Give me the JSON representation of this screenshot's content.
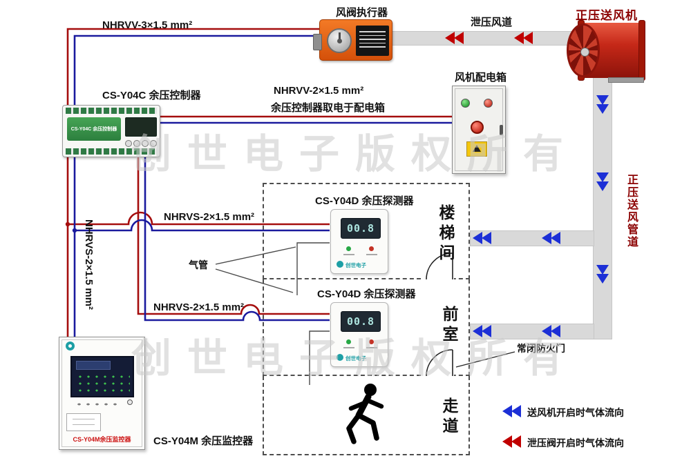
{
  "watermark": "创世电子版权所有",
  "labels": {
    "actuator": "风阀执行器",
    "fan": "正压送风机",
    "relief_duct": "泄压风道",
    "supply_duct": "正压送风管道",
    "power_box": "风机配电箱",
    "controller": "CS-Y04C 余压控制器",
    "detector1": "CS-Y04D 余压探测器",
    "detector2": "CS-Y04D 余压探测器",
    "monitor": "CS-Y04M 余压监控器",
    "fire_door": "常闭防火门",
    "air_tube": "气管"
  },
  "cables": {
    "top": "NHRVV-3×1.5 mm²",
    "mid": "NHRVV-2×1.5 mm²",
    "mid_note": "余压控制器取电于配电箱",
    "branch1": "NHRVS-2×1.5 mm²",
    "branch2": "NHRVS-2×1.5 mm²",
    "riser": "NHRVS-2×1.5 mm²"
  },
  "rooms": {
    "stairwell": "楼梯间",
    "anteroom": "前室",
    "corridor": "走道"
  },
  "devices": {
    "controller_face": "CS-Y04C 余压控制器",
    "detector1_value": "00.8",
    "detector2_value": "00.8",
    "brand": "创世电子",
    "monitor_face": "CS-Y04M余压监控器"
  },
  "legend": {
    "supply": {
      "text": "送风机开启时气体流向",
      "color": "#1c2fd6"
    },
    "relief": {
      "text": "泄压阀开启时气体流向",
      "color": "#c00000"
    }
  },
  "colors": {
    "wire_red": "#a50d0d",
    "wire_blue": "#1a1a9e",
    "duct_gray": "#d9d9d9",
    "fan_red": "#c52818",
    "actuator_orange": "#e8620f",
    "brand_teal": "#1d9fa5",
    "label_dark_red": "#8b0000"
  }
}
